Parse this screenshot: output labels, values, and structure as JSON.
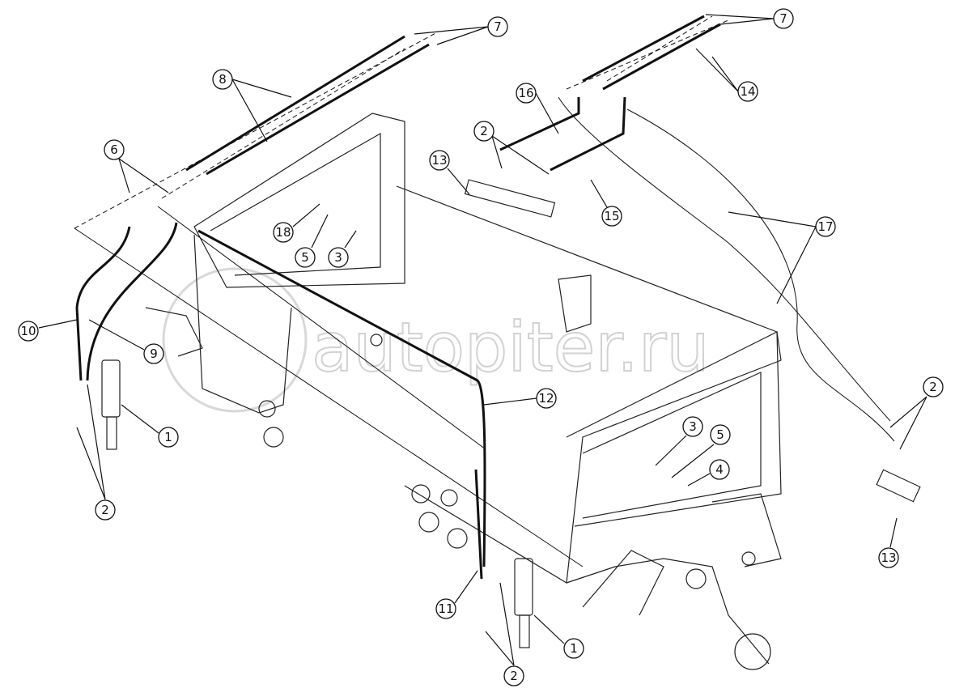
{
  "watermark": "autopiter.ru",
  "callouts": [
    {
      "label": "7"
    },
    {
      "label": "7"
    },
    {
      "label": "8"
    },
    {
      "label": "14"
    },
    {
      "label": "16"
    },
    {
      "label": "2"
    },
    {
      "label": "6"
    },
    {
      "label": "13"
    },
    {
      "label": "15"
    },
    {
      "label": "17"
    },
    {
      "label": "18"
    },
    {
      "label": "5"
    },
    {
      "label": "3"
    },
    {
      "label": "10"
    },
    {
      "label": "9"
    },
    {
      "label": "12"
    },
    {
      "label": "1"
    },
    {
      "label": "3"
    },
    {
      "label": "5"
    },
    {
      "label": "2"
    },
    {
      "label": "4"
    },
    {
      "label": "2"
    },
    {
      "label": "13"
    },
    {
      "label": "11"
    },
    {
      "label": "1"
    },
    {
      "label": "2"
    }
  ]
}
